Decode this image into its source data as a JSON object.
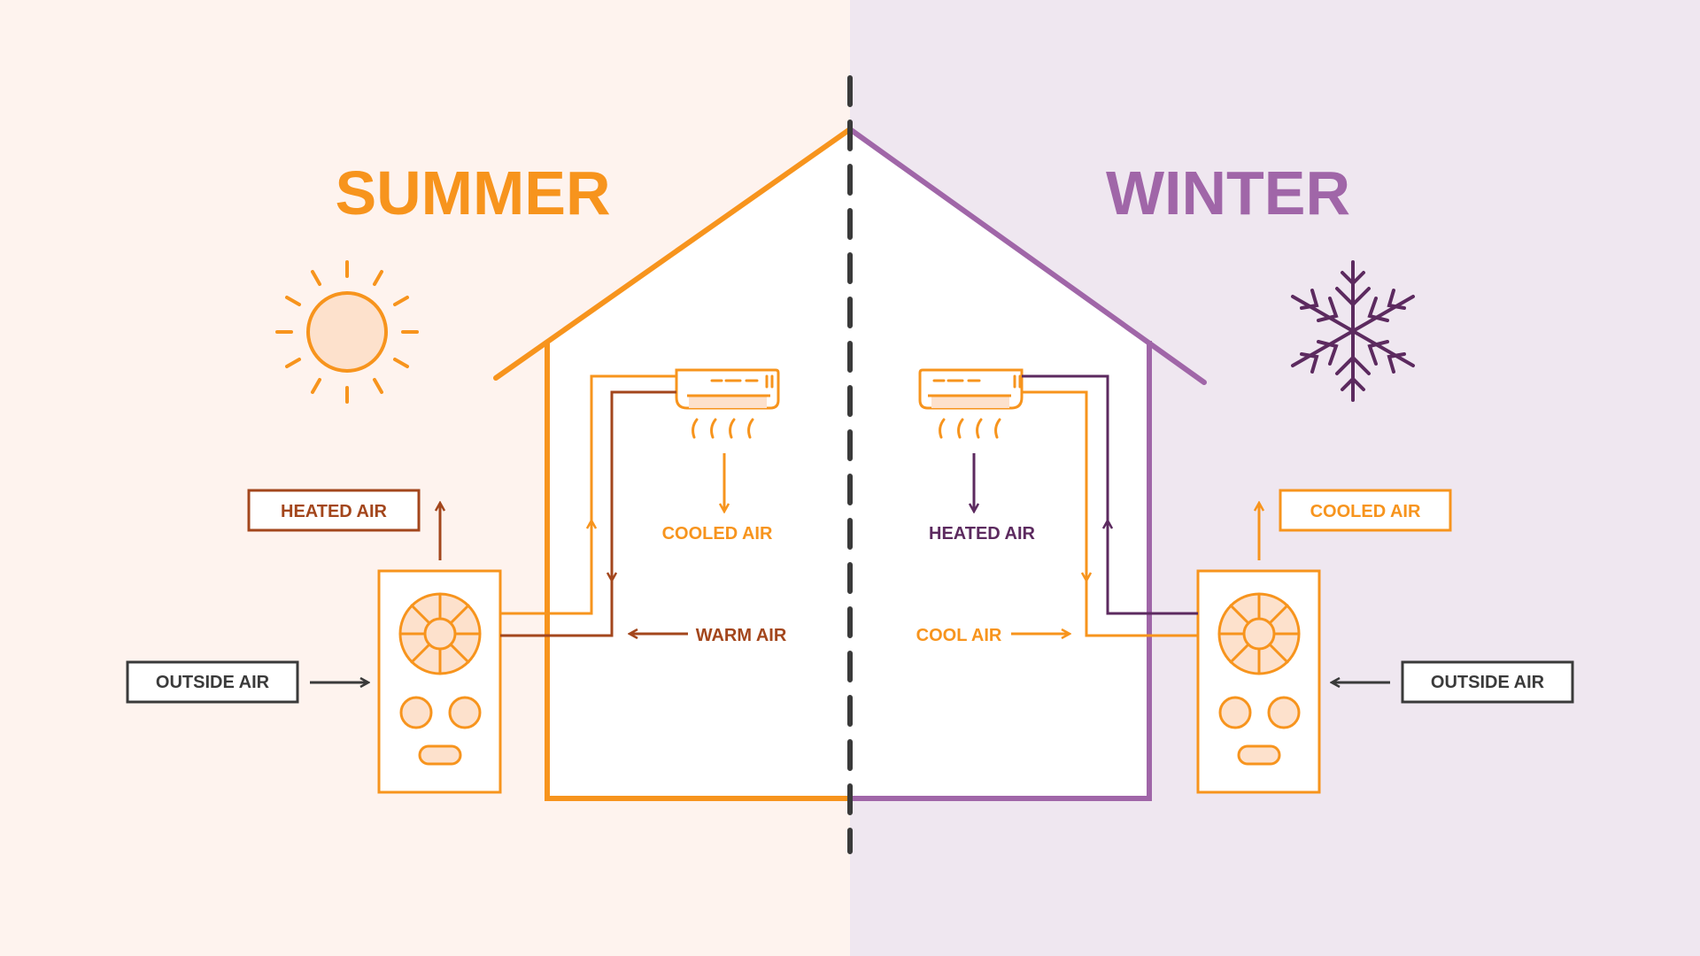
{
  "colors": {
    "summer_bg": "#fef3ee",
    "winter_bg": "#efe7f0",
    "orange": "#f7941d",
    "brown": "#a3461c",
    "purple": "#a066a8",
    "dark_purple": "#5c2a5f",
    "dark": "#3a3a3a",
    "fill": "#fde1cc",
    "white": "#ffffff"
  },
  "summer": {
    "title": "SUMMER",
    "icon": "sun-icon",
    "box_heated_air": "HEATED AIR",
    "box_outside_air": "OUTSIDE AIR",
    "label_cooled_air": "COOLED AIR",
    "label_warm_air": "WARM AIR"
  },
  "winter": {
    "title": "WINTER",
    "icon": "snowflake-icon",
    "box_cooled_air": "COOLED AIR",
    "box_outside_air": "OUTSIDE AIR",
    "label_heated_air": "HEATED AIR",
    "label_cool_air": "COOL AIR"
  }
}
